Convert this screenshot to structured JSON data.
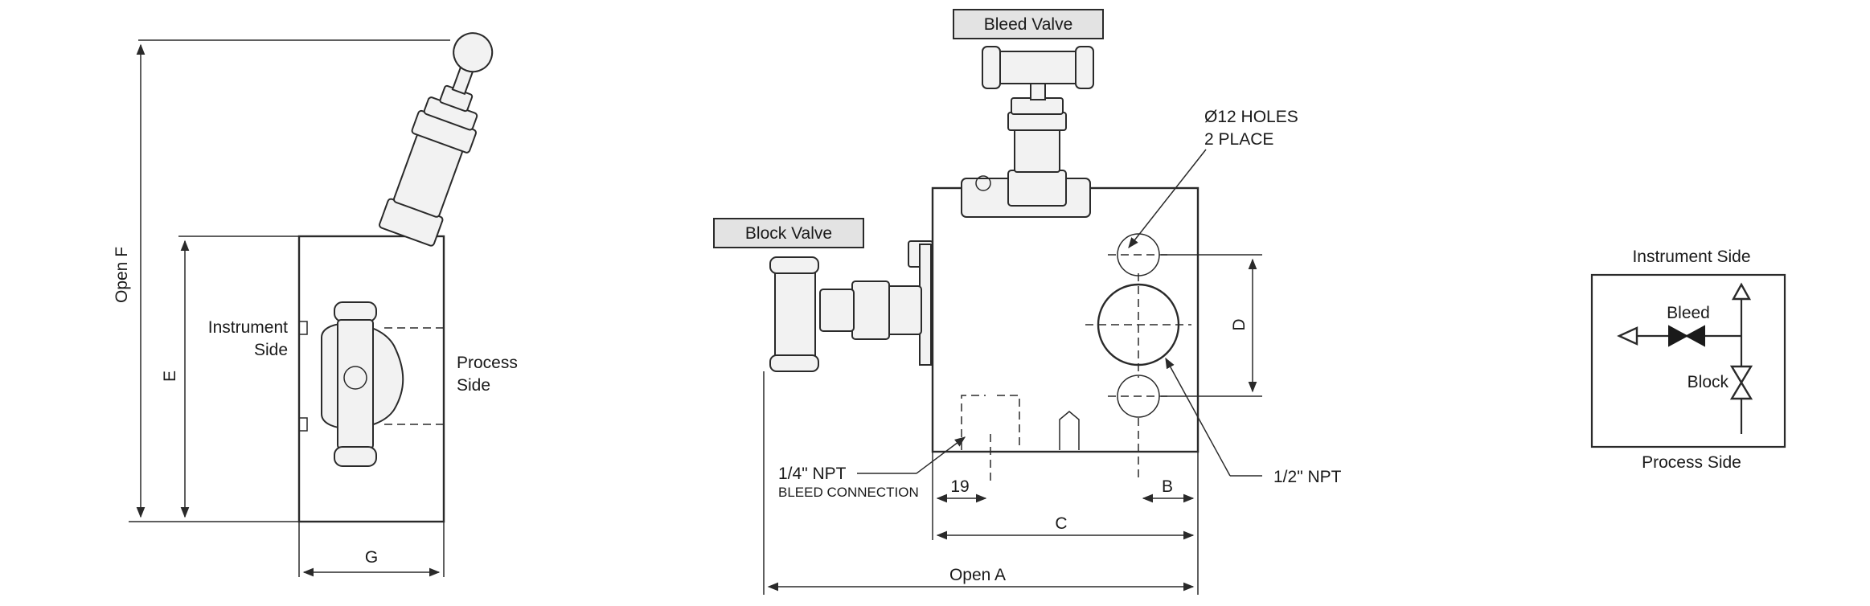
{
  "side_view": {
    "dim_open_f": "Open F",
    "dim_e": "E",
    "dim_g": "G",
    "instrument_side": [
      "Instrument",
      "Side"
    ],
    "process_side": [
      "Process",
      "Side"
    ]
  },
  "front_view": {
    "bleed_valve_tag": "Bleed Valve",
    "block_valve_tag": "Block Valve",
    "holes_note": [
      "Ø12 HOLES",
      "2 PLACE"
    ],
    "npt_quarter": "1/4\" NPT",
    "bleed_connection": "BLEED CONNECTION",
    "npt_half": "1/2\" NPT",
    "dim_19": "19",
    "dim_b": "B",
    "dim_c": "C",
    "dim_d": "D",
    "dim_open_a": "Open A"
  },
  "schematic": {
    "instrument_side": "Instrument Side",
    "process_side": "Process Side",
    "bleed": "Bleed",
    "block": "Block"
  },
  "colors": {
    "line": "#2a2a2a",
    "tag_fill": "#e3e3e3",
    "part_fill": "#f2f2f2"
  }
}
